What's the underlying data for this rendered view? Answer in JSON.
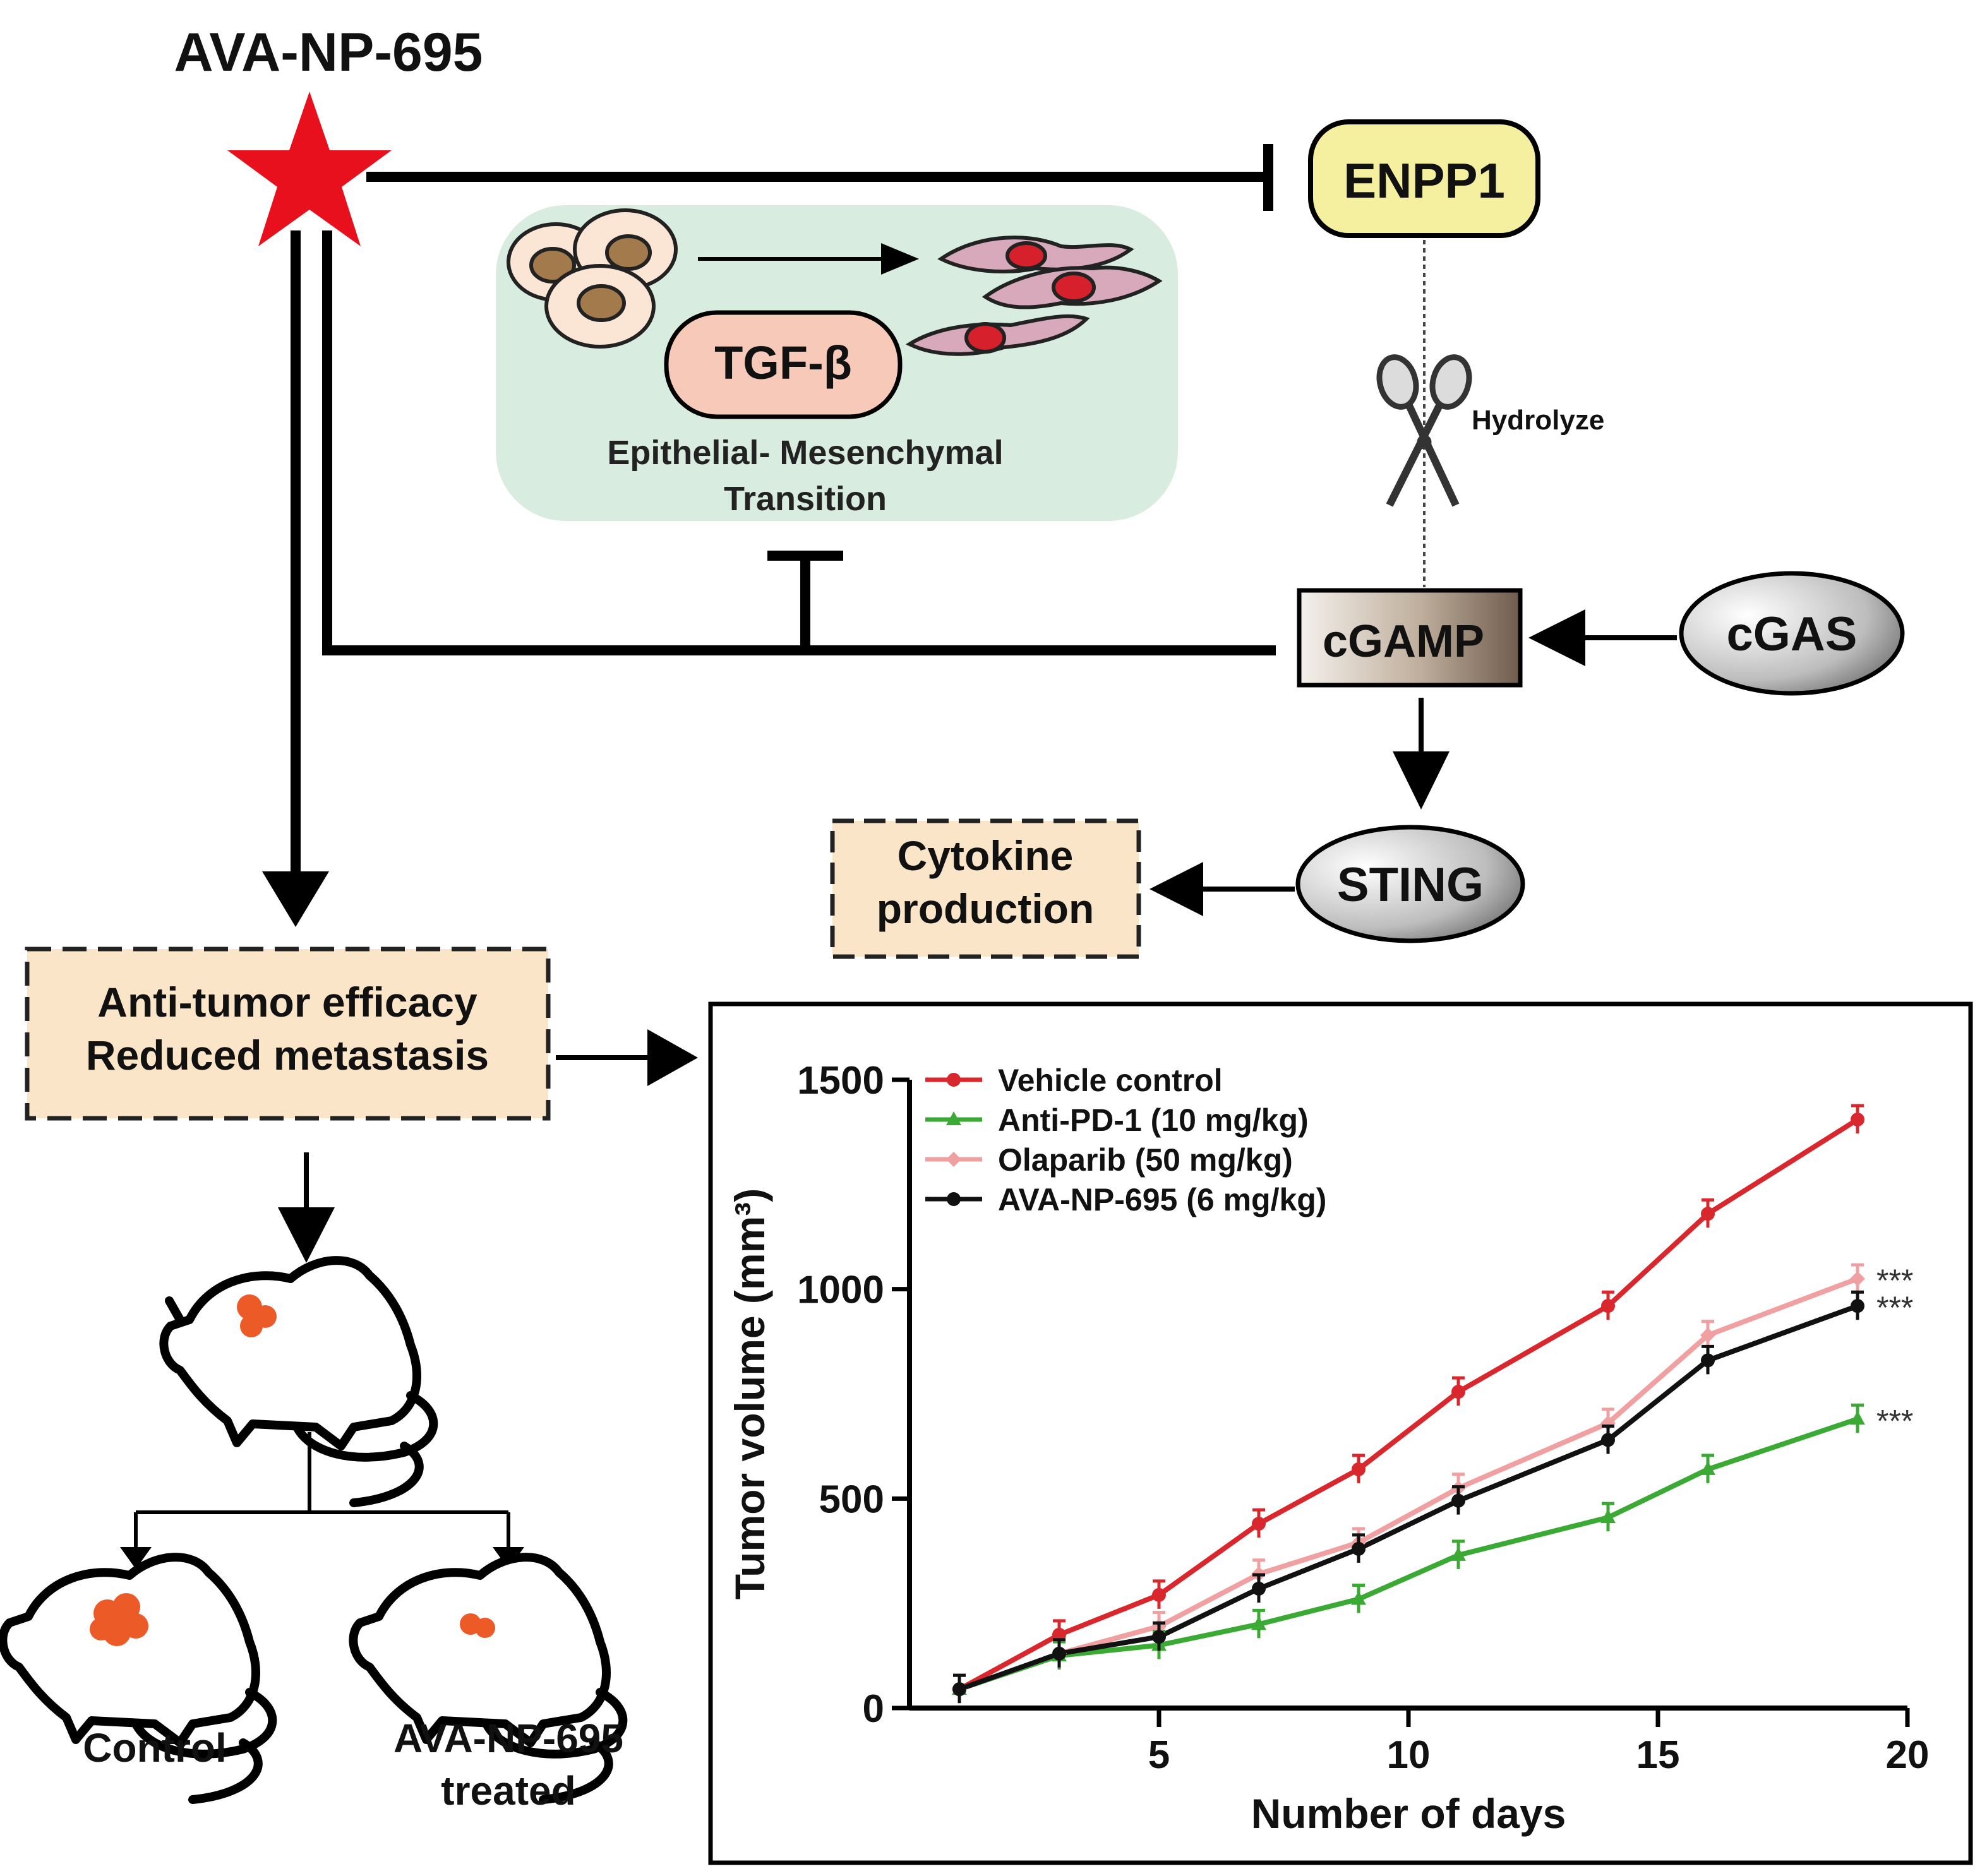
{
  "drug_name": "AVA-NP-695",
  "enpp1_label": "ENPP1",
  "emt": {
    "tgf_label": "TGF-β",
    "title_line1": "Epithelial- Mesenchymal",
    "title_line2": "Transition"
  },
  "hydrolyze_label": "Hydrolyze",
  "cgamp_label": "cGAMP",
  "cgas_label": "cGAS",
  "sting_label": "STING",
  "cytokine": {
    "line1": "Cytokine",
    "line2": "production"
  },
  "efficacy": {
    "line1": "Anti-tumor efficacy",
    "line2": "Reduced metastasis"
  },
  "mice": {
    "control_label": "Control",
    "treated_line1": "AVA-NP-695",
    "treated_line2": "treated"
  },
  "colors": {
    "star": "#e8101c",
    "enpp1_fill": "#f4f0a0",
    "emt_bg": "#d8ece0",
    "tgf_fill": "#f6c9b8",
    "box_fill": "#fbe5c8",
    "tumor": "#ec5a28",
    "vehicle": "#d8282e",
    "anti_pd1": "#3aaa35",
    "olaparib": "#f0a0a0",
    "ava": "#111111"
  },
  "icons": [
    "star-icon",
    "scissors-icon",
    "cell-icon",
    "mouse-icon"
  ],
  "chart_data": {
    "type": "line",
    "xlabel": "Number of days",
    "ylabel": "Tumor volume (mm³)",
    "xlim": [
      0,
      20
    ],
    "ylim": [
      0,
      1500
    ],
    "xticks": [
      5,
      10,
      15,
      20
    ],
    "yticks": [
      0,
      500,
      1000,
      1500
    ],
    "x": [
      1,
      3,
      5,
      7,
      9,
      11,
      14,
      16,
      19
    ],
    "legend_position": "top-left",
    "series": [
      {
        "name": "Vehicle control",
        "color": "#d8282e",
        "marker": "circle",
        "values": [
          45,
          175,
          270,
          440,
          570,
          755,
          960,
          1180,
          1405
        ]
      },
      {
        "name": "Anti-PD-1 (10 mg/kg)",
        "color": "#3aaa35",
        "marker": "triangle",
        "values": [
          45,
          125,
          150,
          200,
          260,
          365,
          455,
          570,
          690
        ],
        "significance": "***"
      },
      {
        "name": "Olaparib (50 mg/kg)",
        "color": "#f0a0a0",
        "marker": "diamond",
        "values": [
          45,
          130,
          195,
          320,
          395,
          525,
          680,
          890,
          1025
        ],
        "significance": "***"
      },
      {
        "name": "AVA-NP-695 (6 mg/kg)",
        "color": "#111111",
        "marker": "circle",
        "values": [
          45,
          130,
          170,
          285,
          380,
          495,
          640,
          830,
          960
        ],
        "significance": "***"
      }
    ]
  }
}
